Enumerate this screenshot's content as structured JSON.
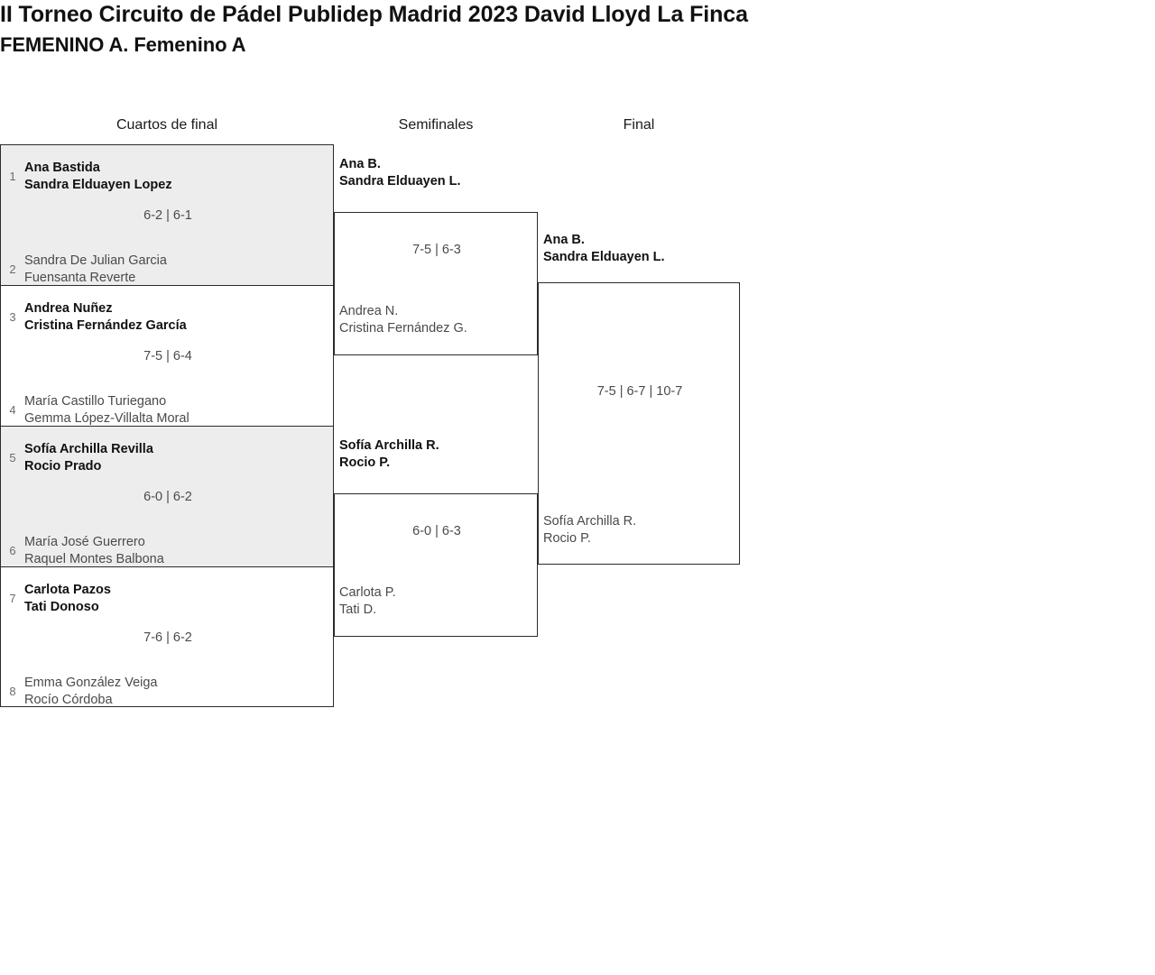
{
  "heading": {
    "title": "II Torneo Circuito de Pádel Publidep Madrid 2023 David Lloyd La Finca",
    "subtitle": "FEMENINO A. Femenino A"
  },
  "rounds": [
    {
      "label": "Cuartos de final"
    },
    {
      "label": "Semifinales"
    },
    {
      "label": "Final"
    }
  ],
  "quarterfinals": [
    {
      "score": "6-2 | 6-1",
      "top": {
        "seed": "1",
        "player1": "Ana Bastida",
        "player2": "Sandra Elduayen Lopez"
      },
      "bottom": {
        "seed": "2",
        "player1": "Sandra De Julian Garcia",
        "player2": "Fuensanta Reverte"
      }
    },
    {
      "score": "7-5 | 6-4",
      "top": {
        "seed": "3",
        "player1": "Andrea Nuñez",
        "player2": "Cristina Fernández García"
      },
      "bottom": {
        "seed": "4",
        "player1": "María Castillo Turiegano",
        "player2": "Gemma López-Villalta Moral"
      }
    },
    {
      "score": "6-0 | 6-2",
      "top": {
        "seed": "5",
        "player1": "Sofía Archilla Revilla",
        "player2": "Rocio Prado"
      },
      "bottom": {
        "seed": "6",
        "player1": "María José Guerrero",
        "player2": "Raquel Montes Balbona"
      }
    },
    {
      "score": "7-6 | 6-2",
      "top": {
        "seed": "7",
        "player1": "Carlota Pazos",
        "player2": "Tati Donoso"
      },
      "bottom": {
        "seed": "8",
        "player1": "Emma González Veiga",
        "player2": "Rocío Córdoba"
      }
    }
  ],
  "semifinals": [
    {
      "score": "7-5 | 6-3",
      "top": {
        "player1": "Ana B.",
        "player2": "Sandra Elduayen L."
      },
      "bottom": {
        "player1": "Andrea N.",
        "player2": "Cristina Fernández G."
      }
    },
    {
      "score": "6-0 | 6-3",
      "top": {
        "player1": "Sofía Archilla R.",
        "player2": "Rocio P."
      },
      "bottom": {
        "player1": "Carlota P.",
        "player2": "Tati D."
      }
    }
  ],
  "final": {
    "score": "7-5 | 6-7 | 10-7",
    "top": {
      "player1": "Ana B.",
      "player2": "Sandra Elduayen L."
    },
    "bottom": {
      "player1": "Sofía Archilla R.",
      "player2": "Rocio P."
    }
  },
  "colors": {
    "shaded_row": "#ededed",
    "border": "#2b2b2b",
    "winner_text": "#111111",
    "loser_text": "#4a4a4a",
    "seed_text": "#6b6b6b"
  }
}
